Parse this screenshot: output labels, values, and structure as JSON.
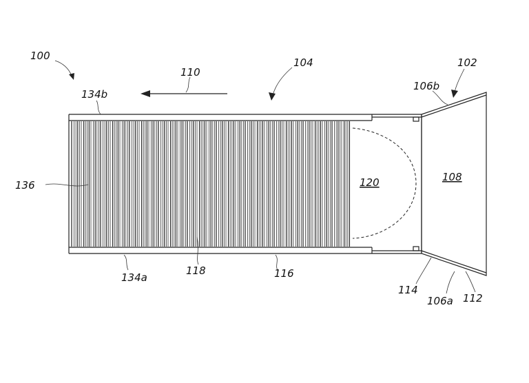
{
  "figure": {
    "labels": {
      "l100": "100",
      "l102": "102",
      "l104": "104",
      "l106a": "106a",
      "l106b": "106b",
      "l108": "108",
      "l110": "110",
      "l112": "112",
      "l114": "114",
      "l116": "116",
      "l118": "118",
      "l120": "120",
      "l134a": "134a",
      "l134b": "134b",
      "l136": "136"
    },
    "colors": {
      "line": "#222222",
      "hatch": "#333333",
      "background": "#ffffff"
    }
  }
}
